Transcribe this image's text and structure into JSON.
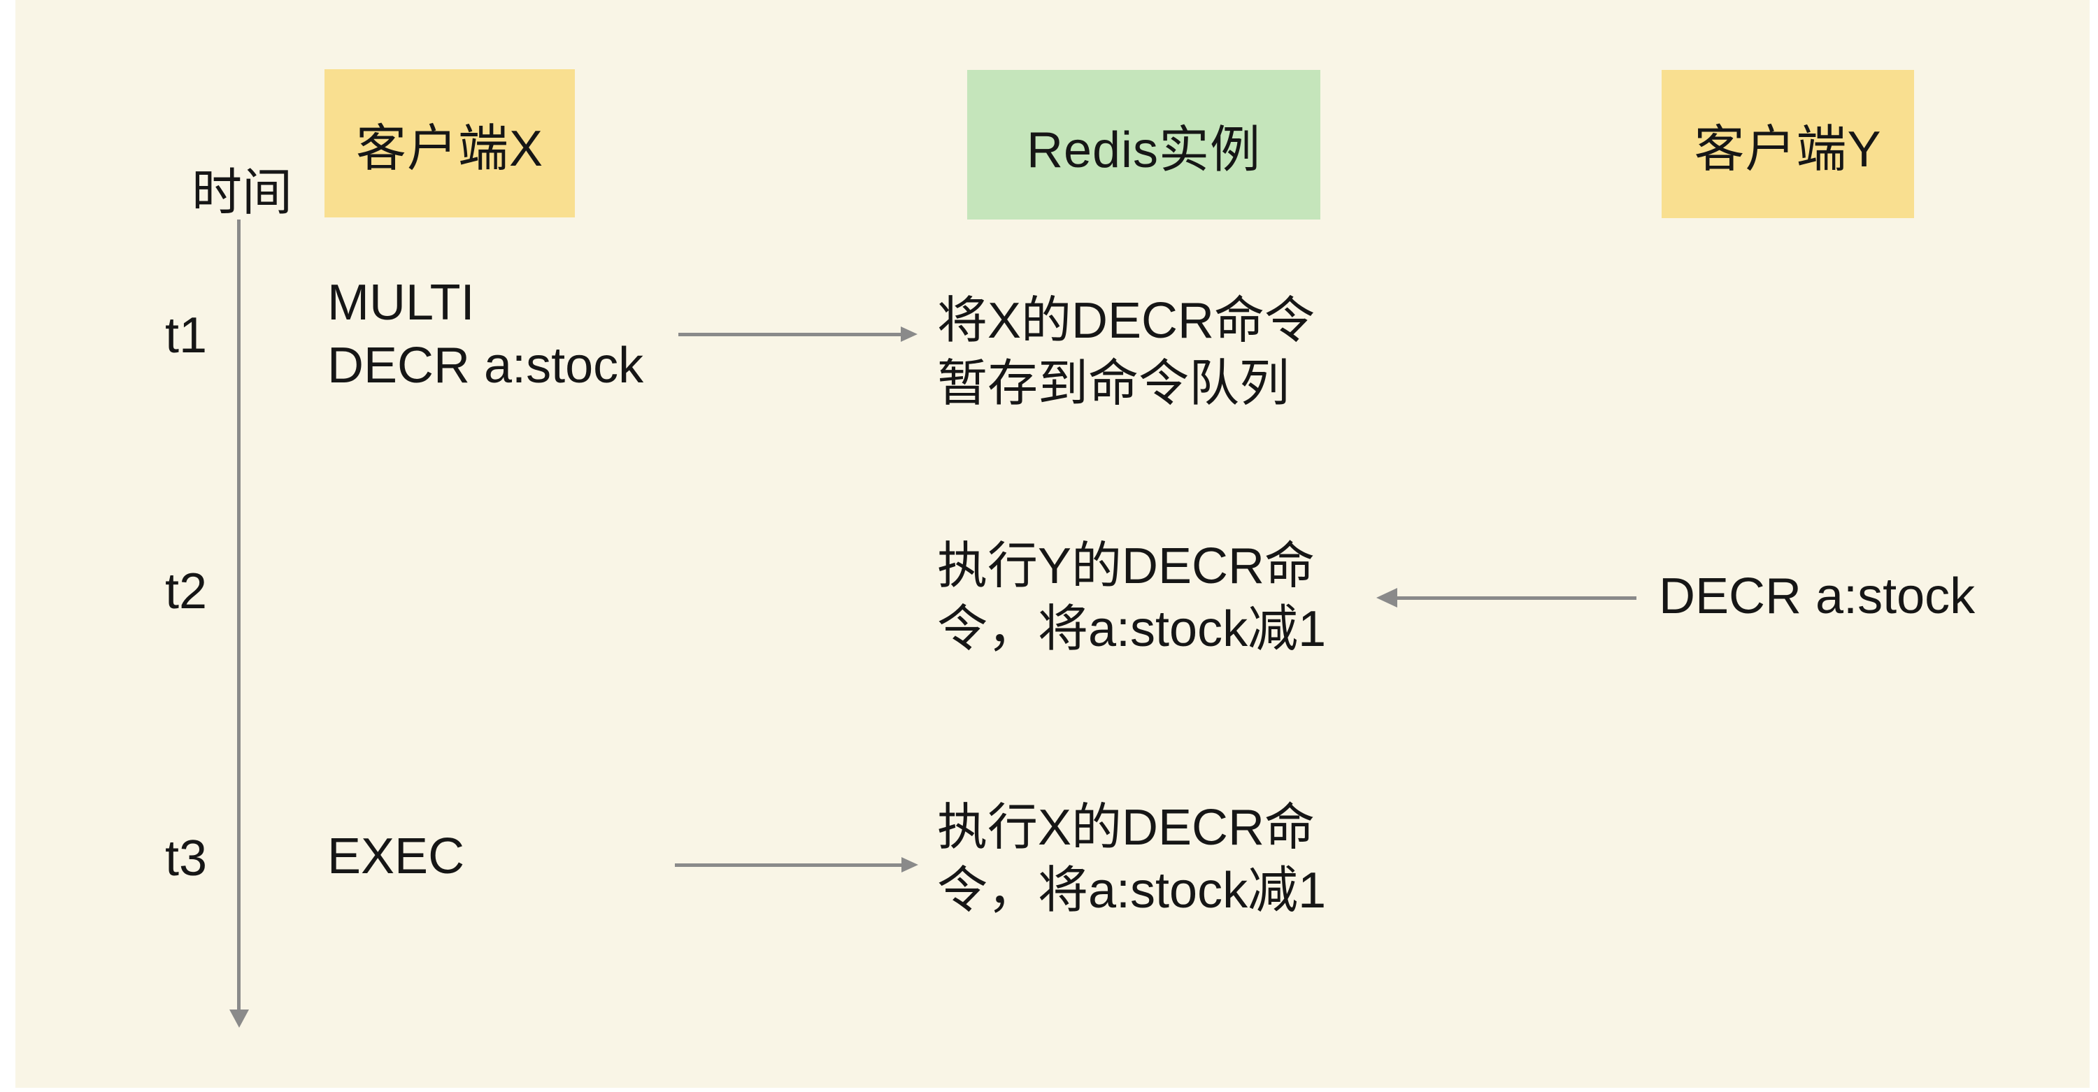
{
  "colors": {
    "page_bg": "#ffffff",
    "canvas_bg": "#f9f5e6",
    "client_box_bg": "#f9df90",
    "redis_box_bg": "#c5e5bb",
    "arrow": "#8a8a8a",
    "text": "#161616"
  },
  "lanes": {
    "client_x": "客户端X",
    "redis": "Redis实例",
    "client_y": "客户端Y"
  },
  "timeline": {
    "axis_label": "时间",
    "ticks": [
      "t1",
      "t2",
      "t3"
    ]
  },
  "messages": {
    "t1_client_x": {
      "line1": "MULTI",
      "line2": "DECR a:stock"
    },
    "t1_redis": {
      "line1": "将X的DECR命令",
      "line2": "暂存到命令队列"
    },
    "t2_redis": {
      "line1": "执行Y的DECR命",
      "line2": "令，将a:stock减1"
    },
    "t2_client_y": {
      "line1": "DECR a:stock"
    },
    "t3_client_x": {
      "line1": "EXEC"
    },
    "t3_redis": {
      "line1": "执行X的DECR命",
      "line2": "令，将a:stock减1"
    }
  }
}
